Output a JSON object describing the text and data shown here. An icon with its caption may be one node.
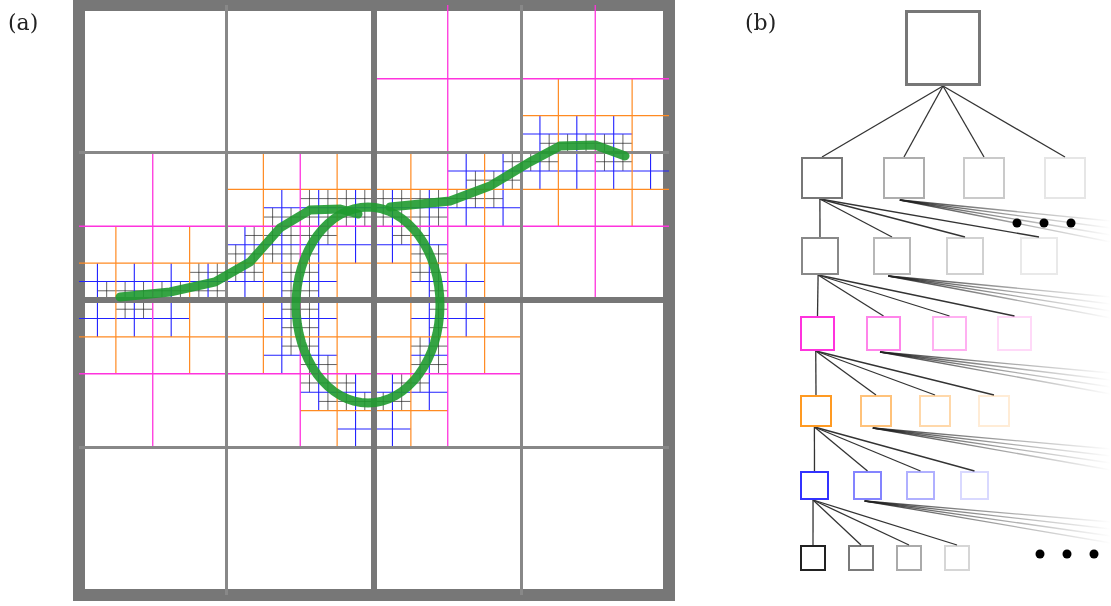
{
  "diagram": {
    "nodes": [
      {
        "text": [],
        "shape": "box"
      },
      {
        "text": [],
        "shape": "box"
      },
      {
        "text": [],
        "shape": "box"
      },
      {
        "text": [],
        "shape": "box"
      },
      {
        "text": [],
        "shape": "box"
      },
      {
        "text": [],
        "shape": "box"
      },
      {
        "text": [],
        "shape": "box"
      },
      {
        "text": [],
        "shape": "box"
      },
      {
        "text": [],
        "shape": "box"
      },
      {
        "text": [],
        "shape": "box"
      },
      {
        "text": [],
        "shape": "box"
      },
      {
        "text": [],
        "shape": "box"
      },
      {
        "text": [],
        "shape": "box"
      },
      {
        "text": [],
        "shape": "box"
      },
      {
        "text": [],
        "shape": "box"
      },
      {
        "text": [],
        "shape": "box"
      },
      {
        "text": [],
        "shape": "box"
      },
      {
        "text": [],
        "shape": "box"
      },
      {
        "text": [],
        "shape": "box"
      },
      {
        "text": [],
        "shape": "box"
      },
      {
        "text": [],
        "shape": "box"
      },
      {
        "text": [],
        "shape": "box"
      },
      {
        "text": [],
        "shape": "box"
      },
      {
        "text": [],
        "shape": "box"
      },
      {
        "text": [],
        "shape": "box"
      }
    ],
    "edges": [
      {
        "from": 0,
        "to": 1,
        "arrow": "none"
      },
      {
        "from": 0,
        "to": 2,
        "arrow": "none"
      },
      {
        "from": 0,
        "to": 3,
        "arrow": "none"
      },
      {
        "from": 0,
        "to": 4,
        "arrow": "none"
      },
      {
        "from": 1,
        "to": 5,
        "arrow": "none"
      },
      {
        "from": 1,
        "to": 6,
        "arrow": "none"
      },
      {
        "from": 1,
        "to": 7,
        "arrow": "none"
      },
      {
        "from": 1,
        "to": 8,
        "arrow": "none"
      },
      {
        "from": 2,
        "to": null,
        "arrow": "none"
      },
      {
        "from": 2,
        "to": null,
        "arrow": "none"
      },
      {
        "from": 2,
        "to": null,
        "arrow": "none"
      },
      {
        "from": 2,
        "to": null,
        "arrow": "none"
      },
      {
        "from": 5,
        "to": 9,
        "arrow": "none"
      },
      {
        "from": 5,
        "to": 10,
        "arrow": "none"
      },
      {
        "from": 5,
        "to": 11,
        "arrow": "none"
      },
      {
        "from": 5,
        "to": 12,
        "arrow": "none"
      },
      {
        "from": 6,
        "to": null,
        "arrow": "none"
      },
      {
        "from": 6,
        "to": null,
        "arrow": "none"
      },
      {
        "from": 6,
        "to": null,
        "arrow": "none"
      },
      {
        "from": 6,
        "to": null,
        "arrow": "none"
      },
      {
        "from": 9,
        "to": 13,
        "arrow": "none"
      },
      {
        "from": 9,
        "to": 14,
        "arrow": "none"
      },
      {
        "from": 9,
        "to": 15,
        "arrow": "none"
      },
      {
        "from": 9,
        "to": 16,
        "arrow": "none"
      },
      {
        "from": 10,
        "to": null,
        "arrow": "none"
      },
      {
        "from": 10,
        "to": null,
        "arrow": "none"
      },
      {
        "from": 10,
        "to": null,
        "arrow": "none"
      },
      {
        "from": 10,
        "to": null,
        "arrow": "none"
      },
      {
        "from": 13,
        "to": 17,
        "arrow": "none"
      },
      {
        "from": 13,
        "to": 18,
        "arrow": "none"
      },
      {
        "from": 13,
        "to": 19,
        "arrow": "none"
      },
      {
        "from": 13,
        "to": 20,
        "arrow": "none"
      },
      {
        "from": 14,
        "to": null,
        "arrow": "none"
      },
      {
        "from": 14,
        "to": null,
        "arrow": "none"
      },
      {
        "from": 14,
        "to": null,
        "arrow": "none"
      },
      {
        "from": 14,
        "to": null,
        "arrow": "none"
      },
      {
        "from": 17,
        "to": 21,
        "arrow": "none"
      },
      {
        "from": 17,
        "to": 22,
        "arrow": "none"
      },
      {
        "from": 17,
        "to": 23,
        "arrow": "none"
      },
      {
        "from": 17,
        "to": 24,
        "arrow": "none"
      },
      {
        "from": 18,
        "to": null,
        "arrow": "none"
      },
      {
        "from": 18,
        "to": null,
        "arrow": "none"
      },
      {
        "from": 18,
        "to": null,
        "arrow": "none"
      },
      {
        "from": 18,
        "to": null,
        "arrow": "none"
      }
    ],
    "labels": [
      "(a)",
      "(b)"
    ]
  }
}
